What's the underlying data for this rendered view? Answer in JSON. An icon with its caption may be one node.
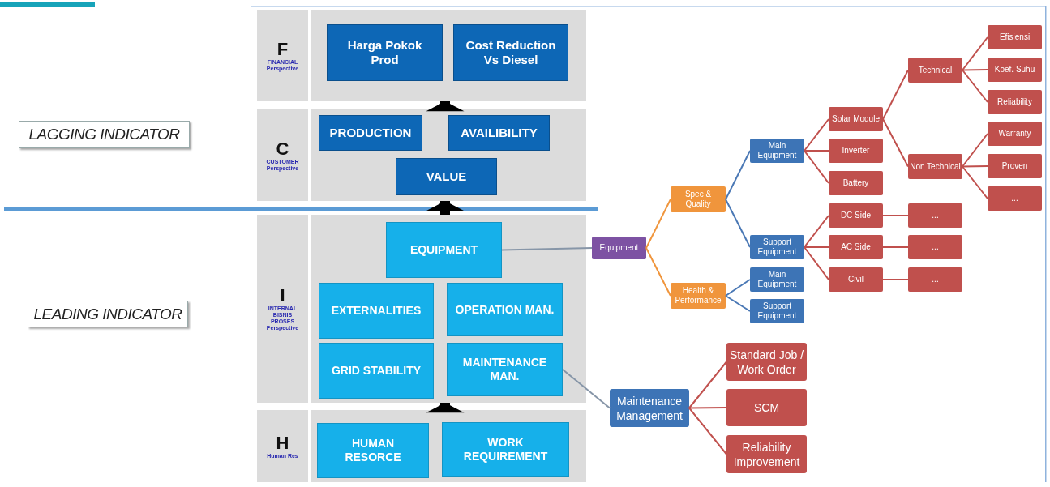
{
  "diagram": {
    "nodes": [
      {
        "text": [
          "LAGGING INDICATOR"
        ]
      },
      {
        "text": [
          "F",
          "FINANCIAL Perspective"
        ]
      },
      {
        "text": [],
        "shape": "box"
      },
      {
        "text": [
          "Harga Pokok Prod"
        ],
        "in": 2
      },
      {
        "text": [
          "Cost Reduction Vs Diesel"
        ],
        "in": 2
      },
      {
        "text": [
          "C",
          "CUSTOMER Perspective"
        ]
      },
      {
        "text": [],
        "shape": "box"
      },
      {
        "text": [
          "PRODUCTION"
        ],
        "in": 6
      },
      {
        "text": [
          "AVAILIBILITY"
        ],
        "in": 6
      },
      {
        "text": [
          "VALUE"
        ],
        "in": 6
      },
      {
        "text": [
          "LEADING INDICATOR"
        ]
      },
      {
        "text": [
          "I",
          "INTERNAL BISNIS PROSES Perspective"
        ]
      },
      {
        "text": [],
        "shape": "box"
      },
      {
        "text": [
          "EQUIPMENT"
        ],
        "in": 12
      },
      {
        "text": [
          "EXTERNALITIES"
        ],
        "in": 12
      },
      {
        "text": [
          "OPERATION MAN."
        ],
        "in": 12
      },
      {
        "text": [
          "GRID STABILITY"
        ],
        "in": 12
      },
      {
        "text": [
          "MAINTENANCE MAN."
        ],
        "in": 12
      },
      {
        "text": [
          "H",
          "Human Res"
        ]
      },
      {
        "text": [],
        "shape": "box"
      },
      {
        "text": [
          "HUMAN RESORCE"
        ],
        "in": 19
      },
      {
        "text": [
          "WORK REQUIREMENT"
        ],
        "in": 19
      },
      {
        "text": [
          "Equipment"
        ]
      },
      {
        "text": [
          "Spec & Quality"
        ]
      },
      {
        "text": [
          "Health & Performance"
        ]
      },
      {
        "text": [
          "Main Equipment"
        ]
      },
      {
        "text": [
          "Support Equipment"
        ]
      },
      {
        "text": [
          "Main Equipment"
        ]
      },
      {
        "text": [
          "Support Equipment"
        ]
      },
      {
        "text": [
          "Solar Module"
        ]
      },
      {
        "text": [
          "Inverter"
        ]
      },
      {
        "text": [
          "Battery"
        ]
      },
      {
        "text": [
          "DC Side"
        ]
      },
      {
        "text": [
          "AC Side"
        ]
      },
      {
        "text": [
          "Civil"
        ]
      },
      {
        "text": [
          "Technical"
        ]
      },
      {
        "text": [
          "Non Technical"
        ]
      },
      {
        "text": [
          "Efisiensi"
        ]
      },
      {
        "text": [
          "Koef. Suhu"
        ]
      },
      {
        "text": [
          "Reliability"
        ]
      },
      {
        "text": [
          "Warranty"
        ]
      },
      {
        "text": [
          "Proven"
        ]
      },
      {
        "text": [
          "..."
        ]
      },
      {
        "text": [
          "..."
        ]
      },
      {
        "text": [
          "..."
        ]
      },
      {
        "text": [
          "..."
        ]
      },
      {
        "text": [
          "Maintenance Management"
        ]
      },
      {
        "text": [
          "Standard Job / Work Order"
        ]
      },
      {
        "text": [
          "SCM"
        ]
      },
      {
        "text": [
          "Reliability Improvement"
        ]
      }
    ],
    "edges": [
      {
        "from": 6,
        "to": 2,
        "arrow": "to",
        "style": "thick",
        "color": "#000000"
      },
      {
        "from": 12,
        "to": 6,
        "arrow": "to",
        "style": "thick",
        "color": "#000000"
      },
      {
        "from": 19,
        "to": 12,
        "arrow": "to",
        "style": "thick",
        "color": "#000000"
      },
      {
        "from": 13,
        "to": 22,
        "arrow": "none",
        "color": "#8796a8"
      },
      {
        "from": 22,
        "to": 23,
        "arrow": "none",
        "color": "#f0953c"
      },
      {
        "from": 22,
        "to": 24,
        "arrow": "none",
        "color": "#f0953c"
      },
      {
        "from": 23,
        "to": 25,
        "arrow": "none",
        "color": "#4a78b5"
      },
      {
        "from": 23,
        "to": 26,
        "arrow": "none",
        "color": "#4a78b5"
      },
      {
        "from": 24,
        "to": 27,
        "arrow": "none",
        "color": "#4a78b5"
      },
      {
        "from": 24,
        "to": 28,
        "arrow": "none",
        "color": "#4a78b5"
      },
      {
        "from": 25,
        "to": 29,
        "arrow": "none"
      },
      {
        "from": 25,
        "to": 30,
        "arrow": "none"
      },
      {
        "from": 25,
        "to": 31,
        "arrow": "none"
      },
      {
        "from": 26,
        "to": 32,
        "arrow": "none"
      },
      {
        "from": 26,
        "to": 33,
        "arrow": "none"
      },
      {
        "from": 26,
        "to": 34,
        "arrow": "none"
      },
      {
        "from": 29,
        "to": 35,
        "arrow": "none"
      },
      {
        "from": 29,
        "to": 36,
        "arrow": "none"
      },
      {
        "from": 35,
        "to": 37,
        "arrow": "none"
      },
      {
        "from": 35,
        "to": 38,
        "arrow": "none"
      },
      {
        "from": 35,
        "to": 39,
        "arrow": "none"
      },
      {
        "from": 36,
        "to": 40,
        "arrow": "none"
      },
      {
        "from": 36,
        "to": 41,
        "arrow": "none"
      },
      {
        "from": 36,
        "to": 42,
        "arrow": "none"
      },
      {
        "from": 32,
        "to": 43,
        "arrow": "none"
      },
      {
        "from": 33,
        "to": 44,
        "arrow": "none"
      },
      {
        "from": 34,
        "to": 45,
        "arrow": "none"
      },
      {
        "from": 17,
        "to": 46,
        "arrow": "none",
        "color": "#8796a8"
      },
      {
        "from": 46,
        "to": 47,
        "arrow": "none"
      },
      {
        "from": 46,
        "to": 48,
        "arrow": "none"
      },
      {
        "from": 46,
        "to": 49,
        "arrow": "none"
      }
    ]
  }
}
